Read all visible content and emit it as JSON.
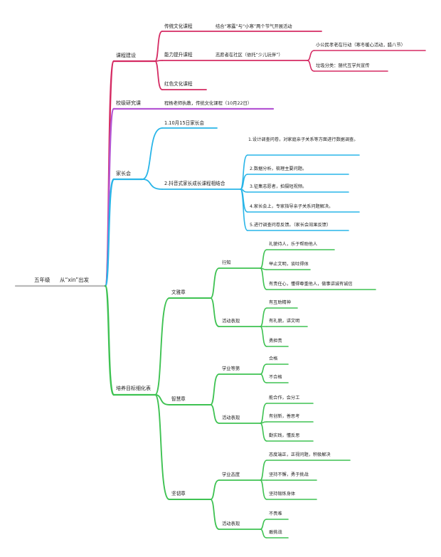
{
  "root": {
    "label": "五年级",
    "title": "从“xin”出发"
  },
  "colors": {
    "red": "#d52b63",
    "purple": "#b455d3",
    "blue": "#29b5e8",
    "green": "#3ec252",
    "root": "#b9b9b9",
    "text": "#222222"
  },
  "branches": {
    "kecheng": {
      "label": "课程建设",
      "chuantong": {
        "label": "传统文化课程",
        "detail": "结合“寒露”与“小寒”两个节气开展活动"
      },
      "nengli": {
        "label": "能力提升课程",
        "detail": "志愿者在社区（依托“少儿玩伴”）",
        "items": [
          "小公民孝老在行动（寒冬暖心活动，腊八节）",
          "垃圾分类：随代互学共宣传"
        ]
      },
      "hongse": {
        "label": "红色文化课程"
      }
    },
    "xiaoji": {
      "label": "校级研究课",
      "detail": "程杨老师执教，传统文化课程（10月22日）"
    },
    "jiazhang": {
      "label": "家长会",
      "meeting": "1.10月15日家长会",
      "combine": "2.抖音式家长成长课程相结合",
      "steps": [
        "1.设计调查问卷，对家庭亲子关系等方面进行数据调查。",
        "2.数据分析，梳理主要问题。",
        "3.征集志愿者，拍摄短视频。",
        "4.家长会上，专家指导亲子关系问题解决。",
        "5.进行调查问卷反馈。（家长会效果反馈）"
      ]
    },
    "peiyang": {
      "label": "培养目标细化表",
      "wenya": {
        "label": "文雅章",
        "xingwei": {
          "label": "行知",
          "items": [
            "礼貌待人，乐于帮助他人",
            "举止文明，谈吐得体",
            "有责任心，懂得尊重他人，做事讲诚有诚信"
          ]
        },
        "huodong": {
          "label": "活动表现",
          "items": [
            "有互助精神",
            "有礼貌，讲文明",
            "勇担责"
          ]
        }
      },
      "zhihui": {
        "label": "智慧章",
        "xueye": {
          "label": "学业等第",
          "items": [
            "合格",
            "不合格"
          ]
        },
        "huodong": {
          "label": "活动表现",
          "items": [
            "能合作，会分工",
            "有创新，善思考",
            "勤实践，懂反思"
          ]
        }
      },
      "jianren": {
        "label": "坚韧章",
        "taidu": {
          "label": "学业态度",
          "items": [
            "态度端正，正视问题，积极解决",
            "坚持不懈，勇于挑战",
            "坚持锻炼身体"
          ]
        },
        "huodong": {
          "label": "活动表现",
          "items": [
            "不畏难",
            "敢挑战"
          ]
        }
      }
    }
  }
}
